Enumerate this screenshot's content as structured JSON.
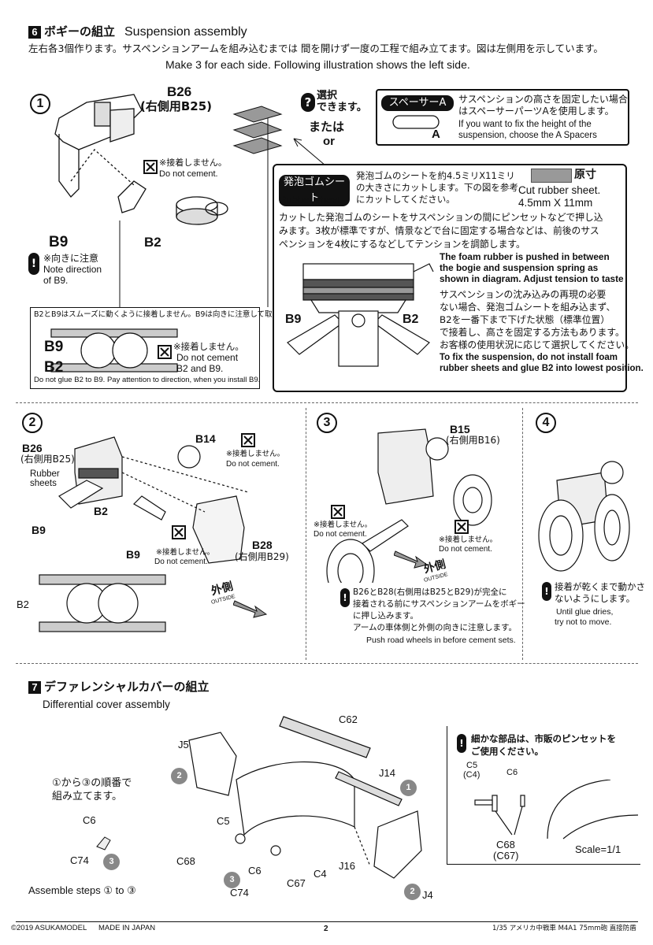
{
  "section6": {
    "badge": "6",
    "title_jp": "ボギーの組立",
    "title_en": "Suspension assembly",
    "intro_jp": "左右各3個作ります。サスペンションアームを組み込むまでは 間を開けず一度の工程で組み立てます。図は左側用を示しています。",
    "intro_en": "Make 3 for each side.  Following illustration shows the left side.",
    "step1": {
      "num": "1",
      "b26": "B26",
      "b26_right": "(右側用B25)",
      "select_jp": "選択\nできます。",
      "or_jp": "または",
      "or_en": "or",
      "no_cement_jp": "※接着しません。",
      "no_cement_en": "Do not cement.",
      "b2": "B2",
      "b9": "B9",
      "note_dir_jp": "※向きに注意",
      "note_dir_en": "Note direction",
      "note_dir_en2": "of B9.",
      "spacer_label": "スペーサーA",
      "spacer_text_jp1": "サスペンションの高さを固定したい場合",
      "spacer_text_jp2": "はスペーサーパーツAを使用します。",
      "spacer_text_en1": "If you want to fix the height of the",
      "spacer_text_en2": "suspension, choose the A Spacers",
      "spacer_part": "A",
      "rubber_label": "発泡ゴムシート",
      "rubber_label_en": "Rubber sheet",
      "rubber_text_jp1": "発泡ゴムのシートを約4.5ミリX11ミリ",
      "rubber_text_jp2": "の大きさにカットします。下の図を参考",
      "rubber_text_jp3": "にカットしてください。",
      "actual_size": "原寸",
      "cut_en1": "Cut rubber sheet.",
      "cut_en2": "4.5mm  X  11mm",
      "rubber_body_jp1": "カットした発泡ゴムのシートをサスペンションの間にピンセットなどで押し込",
      "rubber_body_jp2": "みます。3枚が標準ですが、情景などで台に固定する場合などは、前後のサス",
      "rubber_body_jp3": "ペンションを4枚にするなどしてテンションを調節します。",
      "foam_en1": "The foam rubber is pushed in between",
      "foam_en2": "the bogie and suspension spring as",
      "foam_en3": "shown in diagram. Adjust tension to taste",
      "fix_jp1": "サスペンションの沈み込みの再現の必要",
      "fix_jp2": "ない場合、発泡ゴムシートを組み込まず、",
      "fix_jp3": "B2を一番下まで下げた状態（標準位置）",
      "fix_jp4": "で接着し、高さを固定する方法もあります。",
      "fix_jp5": "お客様の使用状況に応じて選択してください。",
      "fix_en1": "To fix the suspension, do not install foam",
      "fix_en2": "rubber sheets and glue B2 into lowest position.",
      "inset_b9": "B9",
      "inset_b2": "B2",
      "inset_top_jp": "B2とB9はスムーズに動くように接着しません。B9は向きに注意して取り付けます。",
      "inset_nc_jp": "※接着しません。",
      "inset_nc_en1": "Do not cement",
      "inset_nc_en2": "B2 and B9.",
      "inset_bottom_en": "Do not glue B2 to B9. Pay attention to direction, when you install B9."
    },
    "step2": {
      "num": "2",
      "b26": "B26",
      "b26_right": "(右側用B25)",
      "rubber": "Rubber",
      "sheets": "sheets",
      "b14": "B14",
      "nc_jp": "※接着しません。",
      "nc_en": "Do not cement.",
      "b2": "B2",
      "b9": "B9",
      "b9b": "B9",
      "nc2_jp": "※接着しません。",
      "nc2_en": "Do not cement.",
      "b28": "B28",
      "b28_right": "(右側用B29)",
      "outside_jp": "外側",
      "outside_en": "OUTSIDE",
      "b2b": "B2"
    },
    "step3": {
      "num": "3",
      "b15": "B15",
      "b15_right": "(右側用B16)",
      "nc_jp": "※接着しません。",
      "nc_en": "Do not cement.",
      "nc2_jp": "※接着しません。",
      "nc2_en": "Do not cement.",
      "outside_jp": "外側",
      "outside_en": "OUTSIDE",
      "note_jp1": "B26とB28(右側用はB25とB29)が完全に",
      "note_jp2": "接着される前にサスペンションアームをボギー",
      "note_jp3": "に押し込みます。",
      "note_jp4": "アームの車体側と外側の向きに注意します。",
      "note_en": "Push road wheels in before cement sets."
    },
    "step4": {
      "num": "4",
      "note_jp1": "接着が乾くまで動かさ",
      "note_jp2": "ないようにします。",
      "note_en1": "Until glue dries,",
      "note_en2": "try not to move."
    }
  },
  "section7": {
    "badge": "7",
    "title_jp": "デファレンシャルカバーの組立",
    "title_en": "Differential cover assembly",
    "order_jp1": "①から③の順番で",
    "order_jp2": "組み立てます。",
    "order_en": "Assemble steps ① to ③",
    "c6": "C6",
    "c74": "C74",
    "c62": "C62",
    "j5": "J5",
    "j14": "J14",
    "c5": "C5",
    "c68": "C68",
    "c6b": "C6",
    "c4": "C4",
    "c67": "C67",
    "j16": "J16",
    "c74b": "C74",
    "j4": "J4",
    "step1": "1",
    "step2": "2",
    "step3": "3",
    "tweezers_jp1": "細かな部品は、市販のピンセットを",
    "tweezers_jp2": "ご使用ください。",
    "scale_c5": "C5",
    "scale_c4": "(C4)",
    "scale_c6": "C6",
    "scale_c68": "C68",
    "scale_c67": "(C67)",
    "scale": "Scale=1/1"
  },
  "footer": {
    "copyright": "©2019 ASUKAMODEL",
    "made": "MADE IN JAPAN",
    "page": "2",
    "series": "1/35 アメリカ中戦車 M4A1 75mm砲 直接防盾"
  }
}
